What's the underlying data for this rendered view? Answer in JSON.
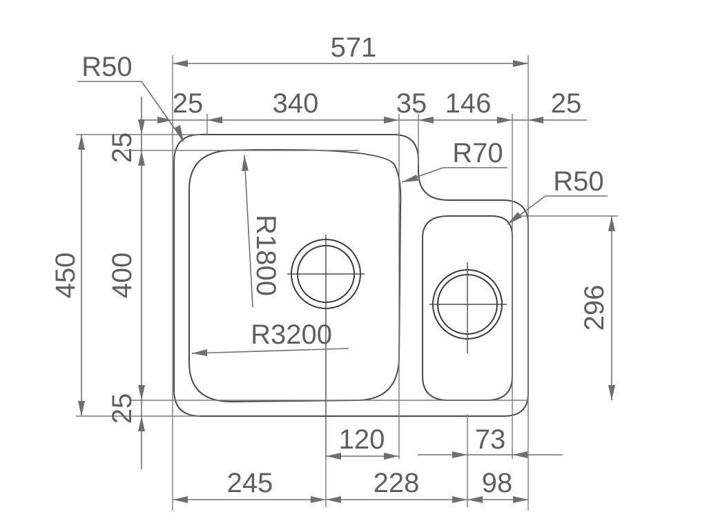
{
  "labels": {
    "overall_width": "571",
    "left_margin": "25",
    "main_bowl_width": "340",
    "divider": "35",
    "small_bowl_width": "146",
    "right_margin": "25",
    "radius_corner_top_left": "R50",
    "radius_divider": "R70",
    "radius_small_bowl": "R50",
    "radius_1800": "R1800",
    "radius_3200": "R3200",
    "overall_height": "450",
    "main_bowl_height": "400",
    "top_margin": "25",
    "bottom_margin": "25",
    "small_bowl_height": "296",
    "drain_offset_main": "120",
    "drain_offset_small": "73",
    "bottom_left": "245",
    "bottom_middle": "228",
    "bottom_right": "98"
  },
  "colors": {
    "line": "#4a4a4a",
    "dimension": "#6f6f6f",
    "text": "#5f5f5f"
  }
}
